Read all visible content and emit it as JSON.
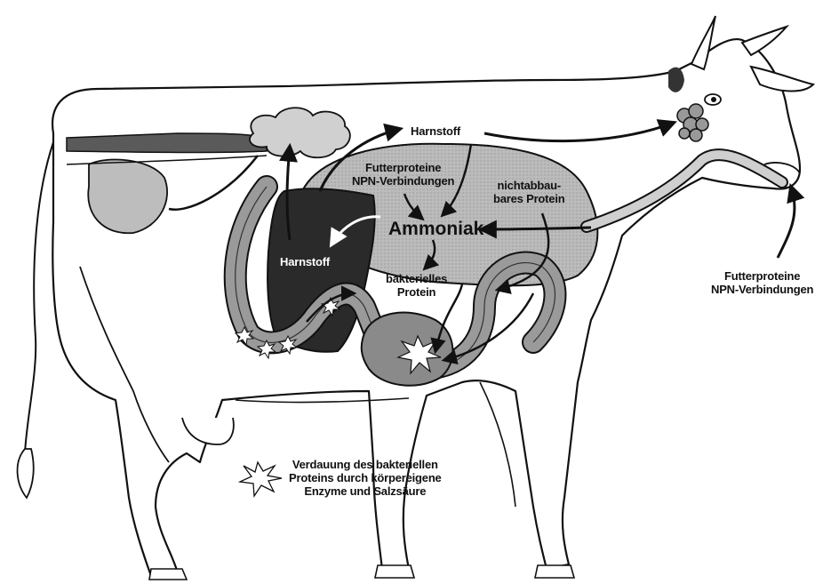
{
  "labels": {
    "harnstoff_top": "Harnstoff",
    "futterproteine_inner_1": "Futterproteine",
    "futterproteine_inner_2": "NPN-Verbindungen",
    "nichtabbau_1": "nichtabbau-",
    "nichtabbau_2": "bares Protein",
    "ammoniak": "Ammoniak",
    "harnstoff_liver": "Harnstoff",
    "bakterielles_1": "bakterielles",
    "bakterielles_2": "Protein",
    "futterproteine_outer_1": "Futterproteine",
    "futterproteine_outer_2": "NPN-Verbindungen",
    "legend_1": "Verdauung des bakteriellen",
    "legend_2": "Proteins durch körpereigene",
    "legend_3": "Enzyme und Salzsäure"
  },
  "icons": {
    "digestion_star": "star-burst-icon"
  },
  "colors": {
    "outline": "#111111",
    "rumen_fill": "#c4c4c4",
    "intestine_fill": "#9a9a9a",
    "liver_fill": "#2a2a2a",
    "kidney_fill": "#bdbdbd"
  }
}
